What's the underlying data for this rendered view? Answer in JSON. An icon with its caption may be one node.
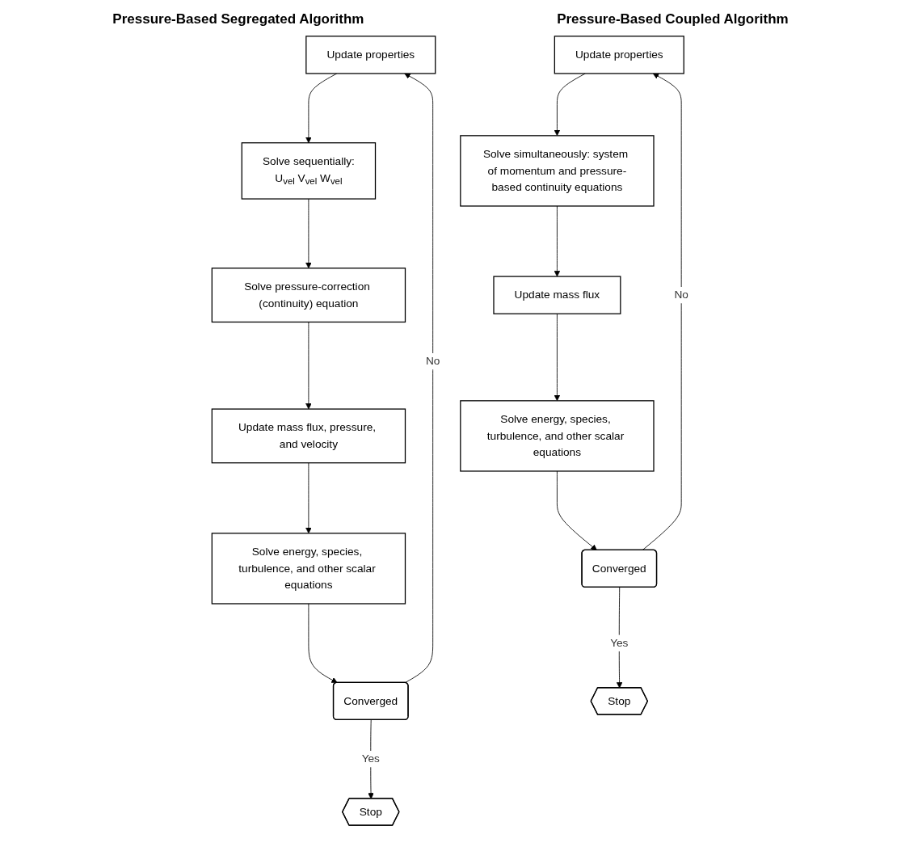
{
  "diagram": {
    "nodes": [
      {
        "text": [
          "Update properties"
        ]
      },
      {
        "text": [
          "Solve sequentially:",
          "U$_{vel}$ V$_{vel}$ W$_{vel}$"
        ]
      },
      {
        "text": [
          "Solve pressure-correction (continuity) equation"
        ]
      },
      {
        "text": [
          "Update mass flux, pressure, and velocity"
        ]
      },
      {
        "text": [
          "Solve energy, species, turbulence, and other scalar equations"
        ]
      },
      {
        "text": [
          "Converged"
        ]
      },
      {
        "text": [
          "Stop"
        ]
      },
      {
        "text": [
          "Update properties"
        ]
      },
      {
        "text": [
          "Solve simultaneously: system of momentum and pressure-based continuity equations"
        ]
      },
      {
        "text": [
          "Update mass flux"
        ]
      },
      {
        "text": [
          "Solve energy, species, turbulence, and other scalar equations"
        ]
      },
      {
        "text": [
          "Converged"
        ]
      },
      {
        "text": [
          "Stop"
        ]
      }
    ],
    "edges": [
      {
        "from": 0,
        "to": 1,
        "arrow": "to"
      },
      {
        "from": 1,
        "to": 2,
        "arrow": "to"
      },
      {
        "from": 2,
        "to": 3,
        "arrow": "to"
      },
      {
        "from": 3,
        "to": 4,
        "arrow": "to"
      },
      {
        "from": 4,
        "to": 5,
        "arrow": "to"
      },
      {
        "from": 5,
        "to": 6,
        "label": "Yes",
        "arrow": "to"
      },
      {
        "from": 5,
        "to": 0,
        "label": "No",
        "arrow": "to"
      },
      {
        "from": 7,
        "to": 8,
        "arrow": "to"
      },
      {
        "from": 8,
        "to": 9,
        "arrow": "to"
      },
      {
        "from": 9,
        "to": 10,
        "arrow": "to"
      },
      {
        "from": 10,
        "to": 11,
        "arrow": "to"
      },
      {
        "from": 11,
        "to": 12,
        "label": "Yes",
        "arrow": "to"
      },
      {
        "from": 11,
        "to": 7,
        "label": "No",
        "arrow": "to"
      }
    ],
    "labels": [
      "Pressure-Based Segregated Algorithm",
      "Pressure-Based Coupled Algorithm"
    ]
  }
}
